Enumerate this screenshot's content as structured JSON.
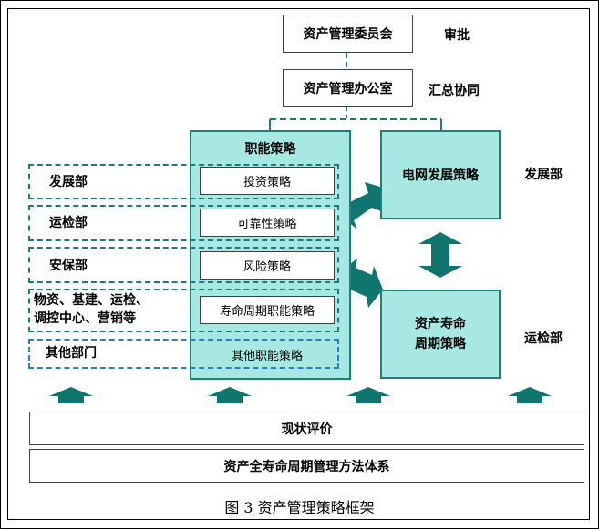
{
  "top": {
    "committee": "资产管理委员会",
    "committee_role": "审批",
    "office": "资产管理办公室",
    "office_role": "汇总协同"
  },
  "functional": {
    "title": "职能策略",
    "items": [
      "投资策略",
      "可靠性策略",
      "风险策略",
      "寿命周期职能策略",
      "其他职能策略"
    ]
  },
  "departments": [
    "发展部",
    "运检部",
    "安保部",
    "物资、基建、运检、调控中心、营销等",
    "其他部门"
  ],
  "dept_lines": [
    "物资、基建、运检、",
    "调控中心、营销等"
  ],
  "right": {
    "grid_strategy": "电网发展策略",
    "grid_owner": "发展部",
    "lifecycle_strategy_line1": "资产寿命",
    "lifecycle_strategy_line2": "周期策略",
    "lifecycle_owner": "运检部"
  },
  "bottom": {
    "evaluation": "现状评价",
    "method": "资产全寿命周期管理方法体系"
  },
  "caption": "图 3  资产管理策略框架",
  "colors": {
    "teal_fill": "#a8e8e3",
    "teal_border": "#1d8079",
    "arrow": "#11756f",
    "dash_teal": "#1d7a78",
    "dash_blue": "#2a7fc4"
  }
}
